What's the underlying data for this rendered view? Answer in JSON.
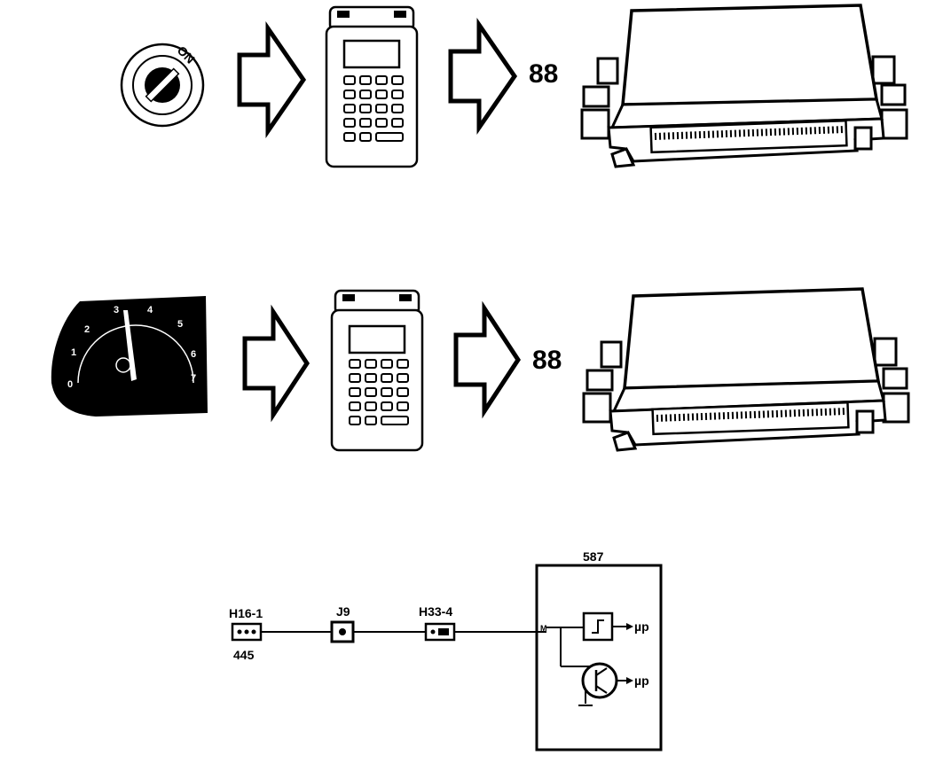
{
  "colors": {
    "ink": "#000000",
    "paper": "#ffffff"
  },
  "row1": {
    "ignition": {
      "icon": "ignition-key-icon",
      "key_position_label": "ON"
    },
    "scan_tool": {
      "icon": "scan-tool-icon"
    },
    "code_readout": "88",
    "ecu": {
      "icon": "ecu-module-icon"
    }
  },
  "row2": {
    "gauge": {
      "icon": "tachometer-icon",
      "ticks": [
        "0",
        "1",
        "2",
        "3",
        "4",
        "5",
        "6",
        "7"
      ]
    },
    "scan_tool": {
      "icon": "scan-tool-icon"
    },
    "code_readout": "88",
    "ecu": {
      "icon": "ecu-module-icon"
    }
  },
  "schematic": {
    "module_label": "587",
    "connector_h16": {
      "name": "H16-1",
      "circuit": "445"
    },
    "splice_j9": {
      "name": "J9"
    },
    "connector_h33": {
      "name": "H33-4"
    },
    "microprocessor_1": "µp",
    "microprocessor_2": "µp"
  }
}
